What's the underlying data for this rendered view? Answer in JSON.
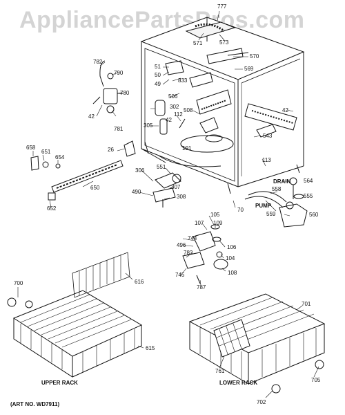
{
  "watermark": "AppliancePartsPros.com",
  "captions": {
    "upper_rack": "UPPER RACK",
    "lower_rack": "LOWER RACK",
    "art_no": "(ART NO. WD7911)",
    "drain": "DRAIN",
    "pump": "PUMP"
  },
  "part_labels": [
    "777",
    "571",
    "573",
    "570",
    "569",
    "51",
    "50",
    "49",
    "833",
    "506",
    "302",
    "112",
    "508",
    "305",
    "42",
    "101",
    "782",
    "790",
    "780",
    "781",
    "42",
    "42",
    "543",
    "113",
    "26",
    "658",
    "651",
    "654",
    "650",
    "652",
    "306",
    "551",
    "307",
    "490",
    "308",
    "70",
    "564",
    "558",
    "555",
    "559",
    "560",
    "105",
    "107",
    "109",
    "744",
    "496",
    "106",
    "783",
    "104",
    "108",
    "745",
    "787",
    "616",
    "700",
    "615",
    "701",
    "761",
    "705",
    "702"
  ]
}
